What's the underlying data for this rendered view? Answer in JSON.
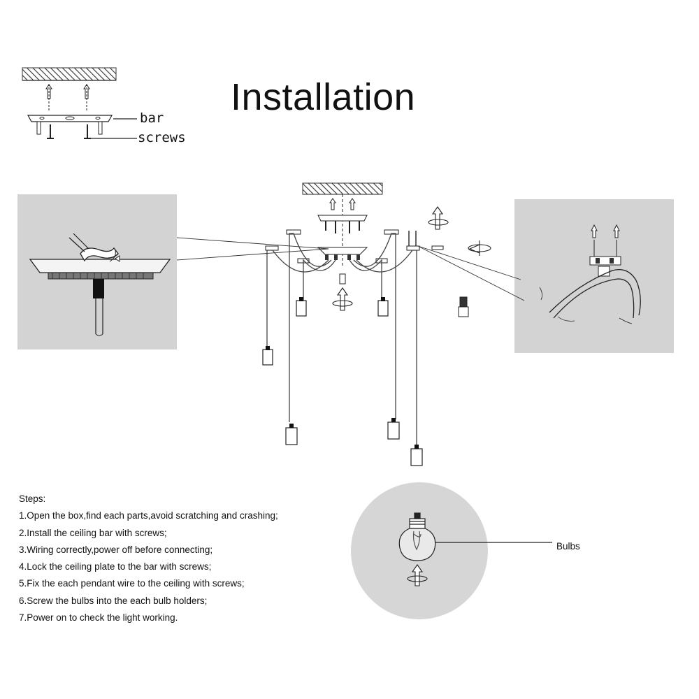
{
  "title": "Installation",
  "labels": {
    "bar": "bar",
    "screws": "screws",
    "bulbs": "Bulbs"
  },
  "steps": {
    "heading": "Steps:",
    "items": [
      "1.Open the box,find each parts,avoid scratching and crashing;",
      "2.Install the ceiling bar with screws;",
      "3.Wiring correctly,power off before connecting;",
      "4.Lock the ceiling plate to the bar with screws;",
      "5.Fix the each pendant wire to the ceiling with screws;",
      "6.Screw the bulbs into the each bulb holders;",
      "7.Power on to check the light working."
    ]
  },
  "colors": {
    "panel": "#d3d3d3",
    "line": "#222222"
  },
  "icons": [
    "ceiling-hatch-icon",
    "wall-anchor-icon",
    "screw-icon",
    "rotate-arrow-icon",
    "bulb-holder-icon",
    "light-bulb-icon"
  ]
}
